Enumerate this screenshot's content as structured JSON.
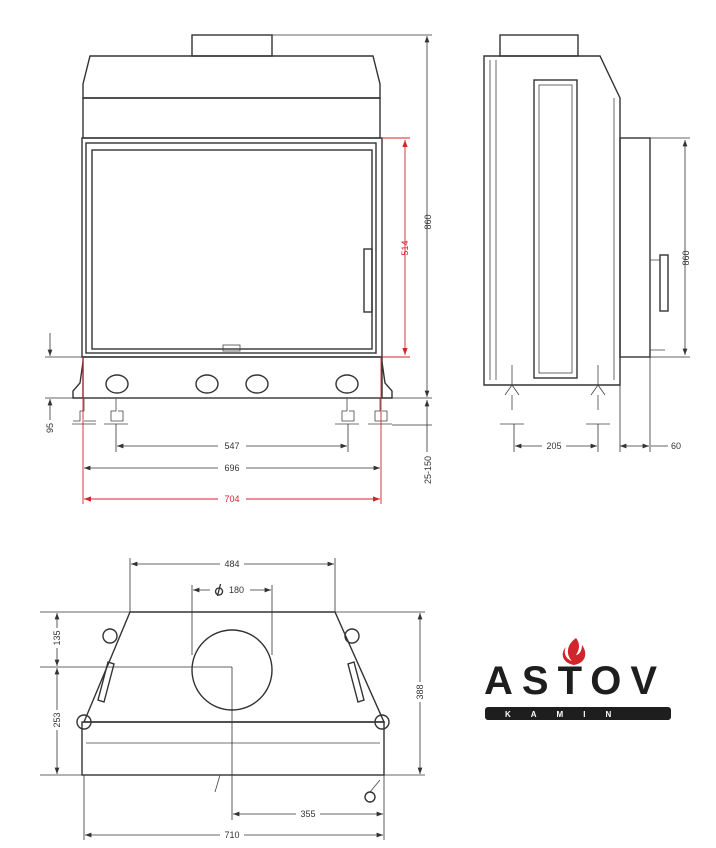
{
  "front_view": {
    "dims": {
      "total_height": "860",
      "door_height": "514",
      "base_height": "95",
      "leg_range": "25-150",
      "feet_inner": "547",
      "feet_outer": "696",
      "width": "704"
    }
  },
  "side_view": {
    "dims": {
      "back_height": "860",
      "feet_spacing": "205",
      "offset": "60"
    }
  },
  "top_view": {
    "dims": {
      "top_width": "484",
      "flue_diameter": "180",
      "front_depth": "135",
      "rear_depth": "253",
      "total_depth": "388",
      "flue_offset": "355",
      "width": "710"
    }
  },
  "logo": {
    "brand": "ASTOV",
    "sub": "KAMIN",
    "accent": "#d0252b"
  }
}
